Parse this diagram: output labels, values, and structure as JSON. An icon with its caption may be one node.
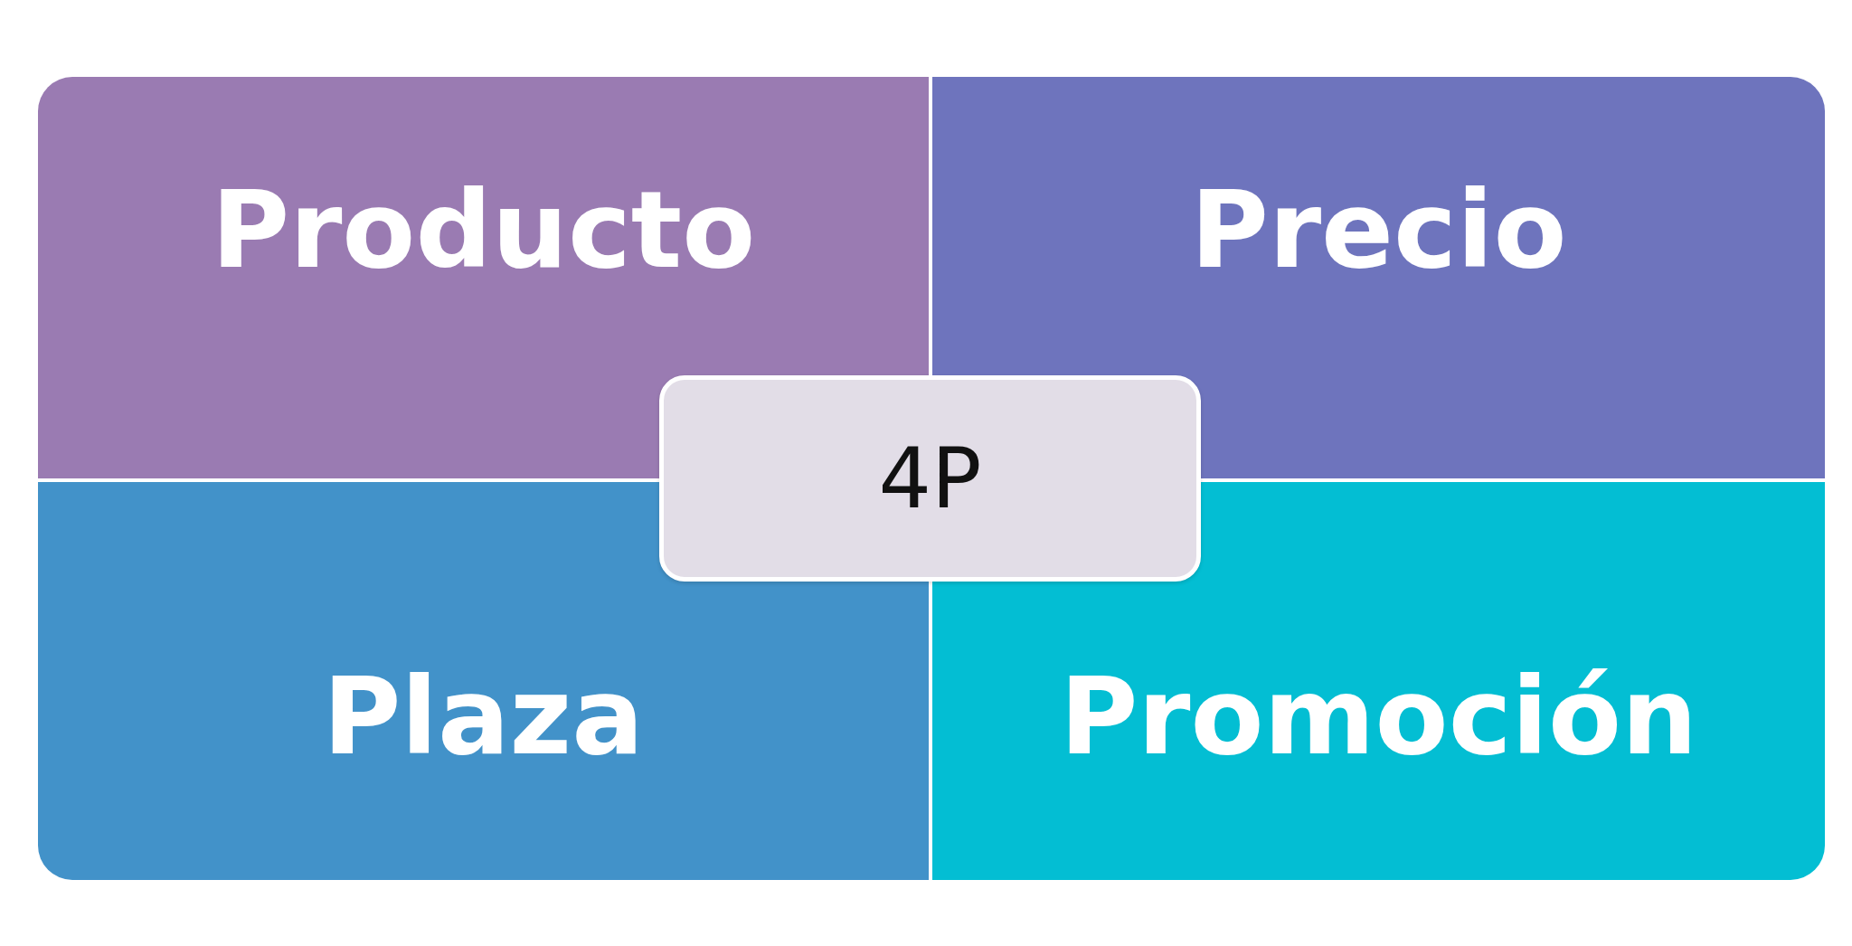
{
  "diagram": {
    "nodes": [
      {
        "text": [
          "Producto"
        ]
      },
      {
        "text": [
          "Precio"
        ]
      },
      {
        "text": [
          "4P"
        ]
      },
      {
        "text": [
          "Plaza"
        ]
      },
      {
        "text": [
          "Promoción"
        ]
      }
    ],
    "edges": []
  }
}
